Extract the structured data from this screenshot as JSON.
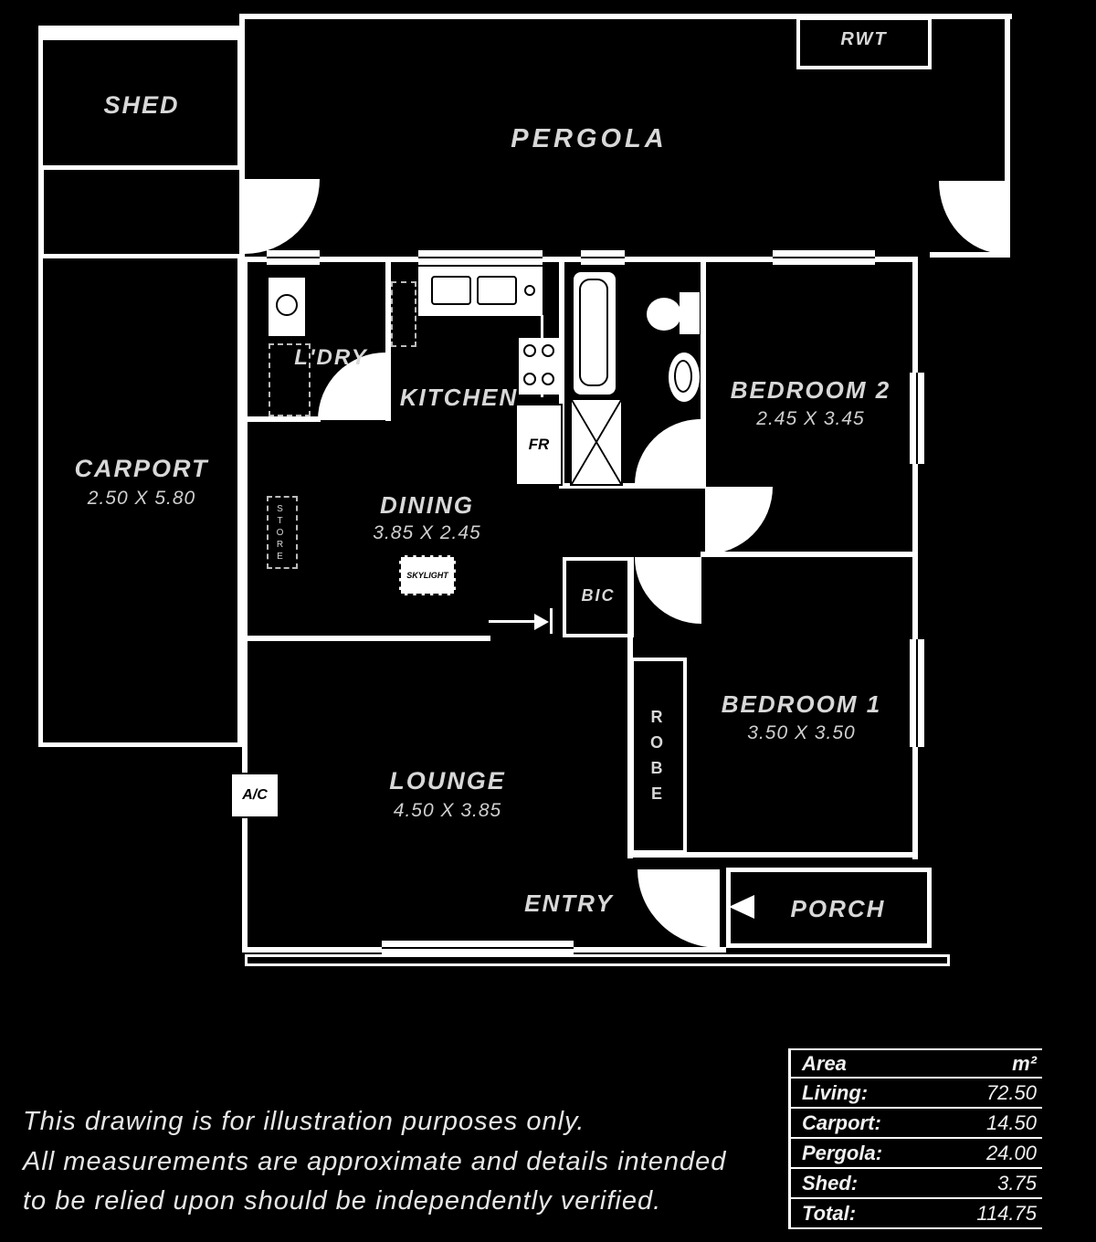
{
  "plan": {
    "labels": {
      "shed": "SHED",
      "pergola": "PERGOLA",
      "rwt": "RWT",
      "carport": "CARPORT",
      "carport_dims": "2.50 X 5.80",
      "ldry": "L'DRY",
      "kitchen": "KITCHEN",
      "fridge": "FR",
      "bedroom2": "BEDROOM 2",
      "bedroom2_dims": "2.45 X 3.45",
      "dining": "DINING",
      "dining_dims": "3.85 X 2.45",
      "skylight": "SKYLIGHT",
      "store": "STORE",
      "bic": "BIC",
      "bedroom1": "BEDROOM 1",
      "bedroom1_dims": "3.50 X 3.50",
      "robe": "ROBE",
      "lounge": "LOUNGE",
      "lounge_dims": "4.50 X 3.85",
      "ac": "A/C",
      "entry": "ENTRY",
      "porch": "PORCH"
    }
  },
  "disclaimer": {
    "line1": "This drawing is for illustration purposes only.",
    "line2": "All measurements are approximate and details intended",
    "line3": "to be relied upon should be independently verified."
  },
  "area_table": {
    "header": {
      "col1": "Area",
      "col2": "m²"
    },
    "rows": [
      {
        "label": "Living:",
        "value": "72.50"
      },
      {
        "label": "Carport:",
        "value": "14.50"
      },
      {
        "label": "Pergola:",
        "value": "24.00"
      },
      {
        "label": "Shed:",
        "value": "3.75"
      },
      {
        "label": "Total:",
        "value": "114.75"
      }
    ]
  },
  "colors": {
    "background": "#000000",
    "line": "#ffffff",
    "text": "#d8d8d8"
  }
}
